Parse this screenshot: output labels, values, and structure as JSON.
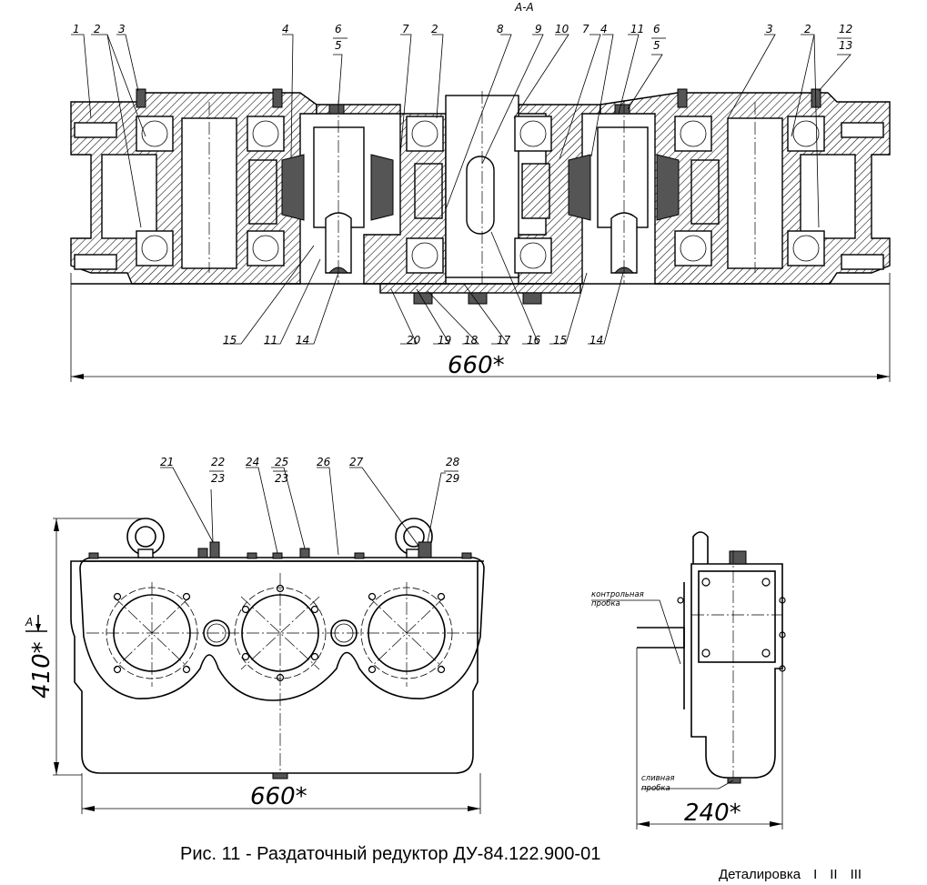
{
  "section_title": "А-А",
  "callouts_top": [
    "1",
    "2",
    "3",
    "4",
    "6",
    "5",
    "7",
    "2",
    "8",
    "9",
    "10",
    "7",
    "4",
    "11",
    "6",
    "5",
    "3",
    "2",
    "12",
    "13"
  ],
  "callouts_top_bottom": [
    "15",
    "11",
    "14",
    "20",
    "19",
    "18",
    "17",
    "16",
    "15",
    "14"
  ],
  "dim_top_width": "660*",
  "callouts_front": [
    "21",
    "22",
    "23",
    "24",
    "25",
    "23",
    "26",
    "27",
    "28",
    "29"
  ],
  "dim_front_height": "410*",
  "dim_front_width": "660*",
  "section_marker": "А",
  "side_note_control": [
    "контрольная",
    "пробка"
  ],
  "side_note_drain": [
    "сливная",
    "пробка"
  ],
  "dim_side_width": "240*",
  "caption": "Рис. 11  - Раздаточный редуктор ДУ-84.122.900-01",
  "nav": {
    "label": "Деталировка",
    "items": [
      "I",
      "II",
      "III"
    ]
  }
}
